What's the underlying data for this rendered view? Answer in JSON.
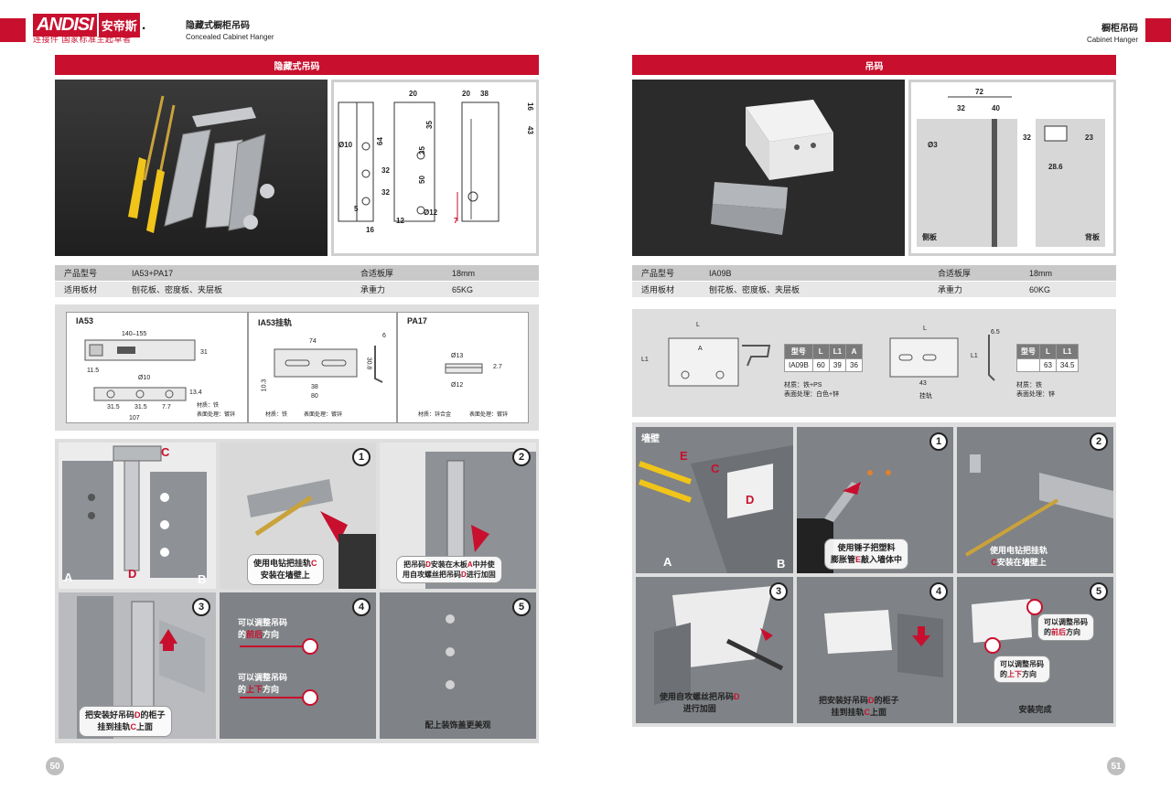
{
  "brand": {
    "logo_latin": "ANDISI",
    "logo_cn": "安帝斯",
    "slogan": "连接件 国家标准主起草者"
  },
  "left_page": {
    "header_cn": "隐藏式橱柜吊码",
    "header_en": "Concealed Cabinet Hanger",
    "section_title": "隐藏式吊码",
    "drawing_dims": [
      "20",
      "20",
      "38",
      "16",
      "43",
      "35",
      "64",
      "Ø10",
      "35",
      "32",
      "50",
      "32",
      "Ø12",
      "5",
      "12",
      "16",
      "7"
    ],
    "spec": {
      "model_label": "产品型号",
      "model_value": "IA53+PA17",
      "thickness_label": "合适板厚",
      "thickness_value": "18mm",
      "board_label": "适用板材",
      "board_value": "刨花板、密度板、夹层板",
      "load_label": "承重力",
      "load_value": "65KG"
    },
    "dim_cells": {
      "a_title": "IA53",
      "a_dims": [
        "140–155",
        "31",
        "11.5",
        "Ø10",
        "13.4",
        "31.5",
        "31.5",
        "7.7",
        "107"
      ],
      "a_material": "材质：铁",
      "a_surface": "表面处理：镀锌",
      "b_title": "IA53挂轨",
      "b_dims": [
        "74",
        "6",
        "30.8",
        "10.3",
        "38",
        "80"
      ],
      "b_material": "材质：铁",
      "b_surface": "表面处理：镀锌",
      "c_title": "PA17",
      "c_dims": [
        "Ø13",
        "2.7",
        "Ø12"
      ],
      "c_material": "材质：锌合金",
      "c_surface": "表面处理：镀锌"
    },
    "steps": {
      "s0_letters": [
        "C",
        "A",
        "D",
        "B"
      ],
      "s1_num": "1",
      "s1_cap_a": "使用电钻把挂轨",
      "s1_cap_hl": "C",
      "s1_cap_b": "安装在墙壁上",
      "s2_num": "2",
      "s2_cap_a": "把吊码",
      "s2_cap_hl1": "D",
      "s2_cap_b": "安装在木板",
      "s2_cap_hl2": "A",
      "s2_cap_c": "中并使",
      "s2_cap_d": "用自攻螺丝把吊码",
      "s2_cap_hl3": "D",
      "s2_cap_e": "进行加固",
      "s3_num": "3",
      "s3_cap_a": "把安装好吊码",
      "s3_cap_hl1": "D",
      "s3_cap_b": "的柜子",
      "s3_cap_c": "挂到挂轨",
      "s3_cap_hl2": "C",
      "s3_cap_d": "上面",
      "s4_num": "4",
      "s4_t1a": "可以调整吊码",
      "s4_t1b": "的",
      "s4_t1hl": "前后",
      "s4_t1c": "方向",
      "s4_t2a": "可以调整吊码",
      "s4_t2b": "的",
      "s4_t2hl": "上下",
      "s4_t2c": "方向",
      "s5_num": "5",
      "s5_cap": "配上装饰盖更美观"
    },
    "page_number": "50"
  },
  "right_page": {
    "header_cn": "橱柜吊码",
    "header_en": "Cabinet Hanger",
    "section_title": "吊码",
    "drawing_dims": [
      "72",
      "32",
      "40",
      "32",
      "Ø3",
      "23",
      "28.6"
    ],
    "drawing_labels": {
      "side": "侧板",
      "back": "背板"
    },
    "spec": {
      "model_label": "产品型号",
      "model_value": "IA09B",
      "thickness_label": "合适板厚",
      "thickness_value": "18mm",
      "board_label": "适用板材",
      "board_value": "刨花板、密度板、夹层板",
      "load_label": "承重力",
      "load_value": "60KG"
    },
    "dim_cells": {
      "a_dims": [
        "L",
        "L1",
        "A"
      ],
      "table1": {
        "headers": [
          "型号",
          "L",
          "L1",
          "A"
        ],
        "row": [
          "IA09B",
          "60",
          "39",
          "36"
        ]
      },
      "a_material": "材质：铁+PS",
      "a_surface": "表面处理：白色+锌",
      "b_dims": [
        "L",
        "6.5",
        "L1",
        "43"
      ],
      "b_note": "挂轨",
      "table2": {
        "headers": [
          "型号",
          "L",
          "L1"
        ],
        "row": [
          "",
          "63",
          "34.5"
        ]
      },
      "b_material": "材质：铁",
      "b_surface": "表面处理：锌"
    },
    "steps": {
      "s0_wall": "墙壁",
      "s0_letters": [
        "E",
        "C",
        "D",
        "A",
        "B"
      ],
      "s1_num": "1",
      "s1_cap_a": "使用锤子把塑料",
      "s1_cap_b": "膨胀管",
      "s1_cap_hl": "E",
      "s1_cap_c": "敲入墙体中",
      "s2_num": "2",
      "s2_cap_a": "使用电钻把挂轨",
      "s2_cap_hl": "C",
      "s2_cap_b": "安装在墙壁上",
      "s3_num": "3",
      "s3_cap_a": "使用自攻螺丝把吊码",
      "s3_cap_hl": "D",
      "s3_cap_b": "进行加固",
      "s4_num": "4",
      "s4_cap_a": "把安装好吊码",
      "s4_cap_hl1": "D",
      "s4_cap_b": "的柜子",
      "s4_cap_c": "挂到挂轨",
      "s4_cap_hl2": "C",
      "s4_cap_d": "上面",
      "s5_num": "5",
      "s5_t1a": "可以调整吊码",
      "s5_t1b": "的",
      "s5_t1hl": "前后",
      "s5_t1c": "方向",
      "s5_t2a": "可以调整吊码",
      "s5_t2b": "的",
      "s5_t2hl": "上下",
      "s5_t2c": "方向",
      "s5_cap": "安装完成"
    },
    "page_number": "51"
  },
  "colors": {
    "brand_red": "#c8102e",
    "panel_gray": "#dedede",
    "photo_dark": "#2f2f2f"
  }
}
